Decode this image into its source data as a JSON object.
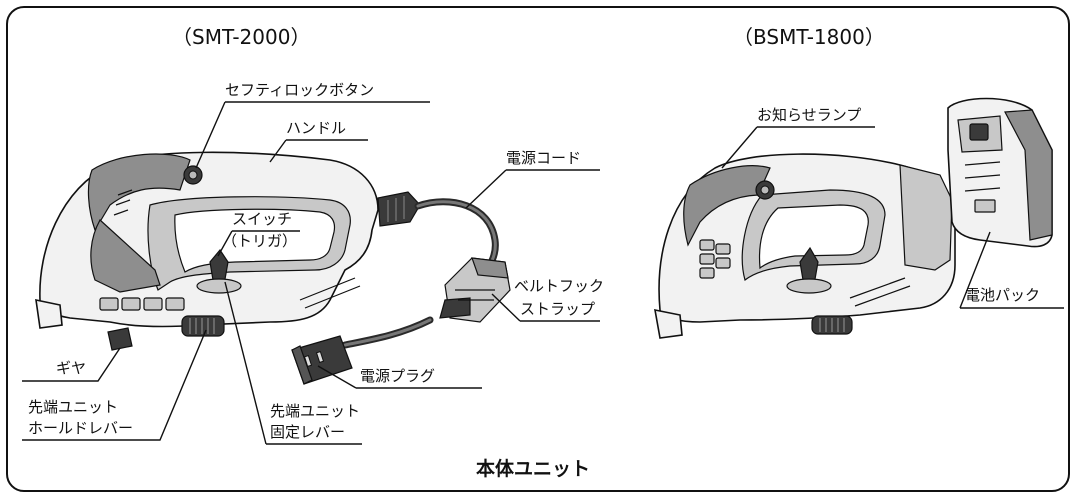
{
  "titles": {
    "left": "（SMT-2000）",
    "right": "（BSMT-1800）",
    "footer": "本体ユニット"
  },
  "labels": {
    "safety_lock": "セフティロックボタン",
    "handle": "ハンドル",
    "switch_line1": "スイッチ",
    "switch_line2": "（トリガ）",
    "power_cord": "電源コード",
    "belt_hook_line1": "ベルトフック",
    "belt_hook_line2": "ストラップ",
    "gear": "ギヤ",
    "power_plug": "電源プラグ",
    "tip_hold_line1": "先端ユニット",
    "tip_hold_line2": "ホールドレバー",
    "tip_fix_line1": "先端ユニット",
    "tip_fix_line2": "固定レバー",
    "notify_lamp": "お知らせランプ",
    "battery_pack": "電池パック"
  },
  "colors": {
    "stroke": "#111111",
    "body": "#f2f2f2",
    "grip": "#8e8e8e"
  }
}
